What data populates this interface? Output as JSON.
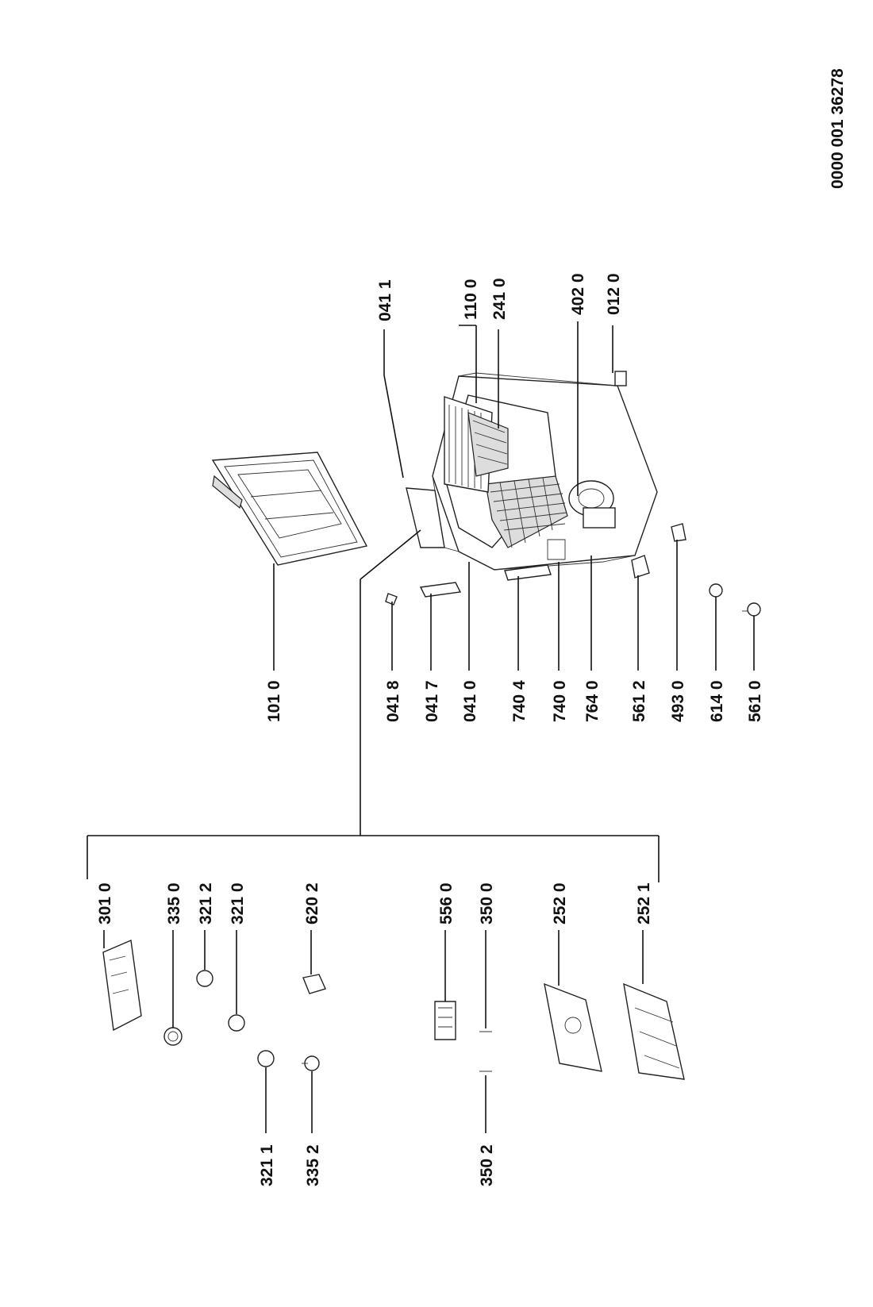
{
  "document_code": "0000 001 36278",
  "labels": {
    "l0411": "041 1",
    "l1100": "110 0",
    "l2410": "241 0",
    "l4020": "402 0",
    "l0120": "012 0",
    "l1010": "101 0",
    "l0418": "041 8",
    "l0417": "041 7",
    "l0410": "041 0",
    "l7404": "740 4",
    "l7400": "740 0",
    "l7640": "764 0",
    "l5612": "561 2",
    "l4930": "493 0",
    "l6140": "614 0",
    "l5610": "561 0",
    "l3010": "301 0",
    "l3350": "335 0",
    "l3212": "321 2",
    "l3210": "321 0",
    "l6202": "620 2",
    "l5560": "556 0",
    "l3500": "350 0",
    "l2520": "252 0",
    "l2521": "252 1",
    "l3211": "321 1",
    "l3352": "335 2",
    "l3502": "350 2"
  }
}
